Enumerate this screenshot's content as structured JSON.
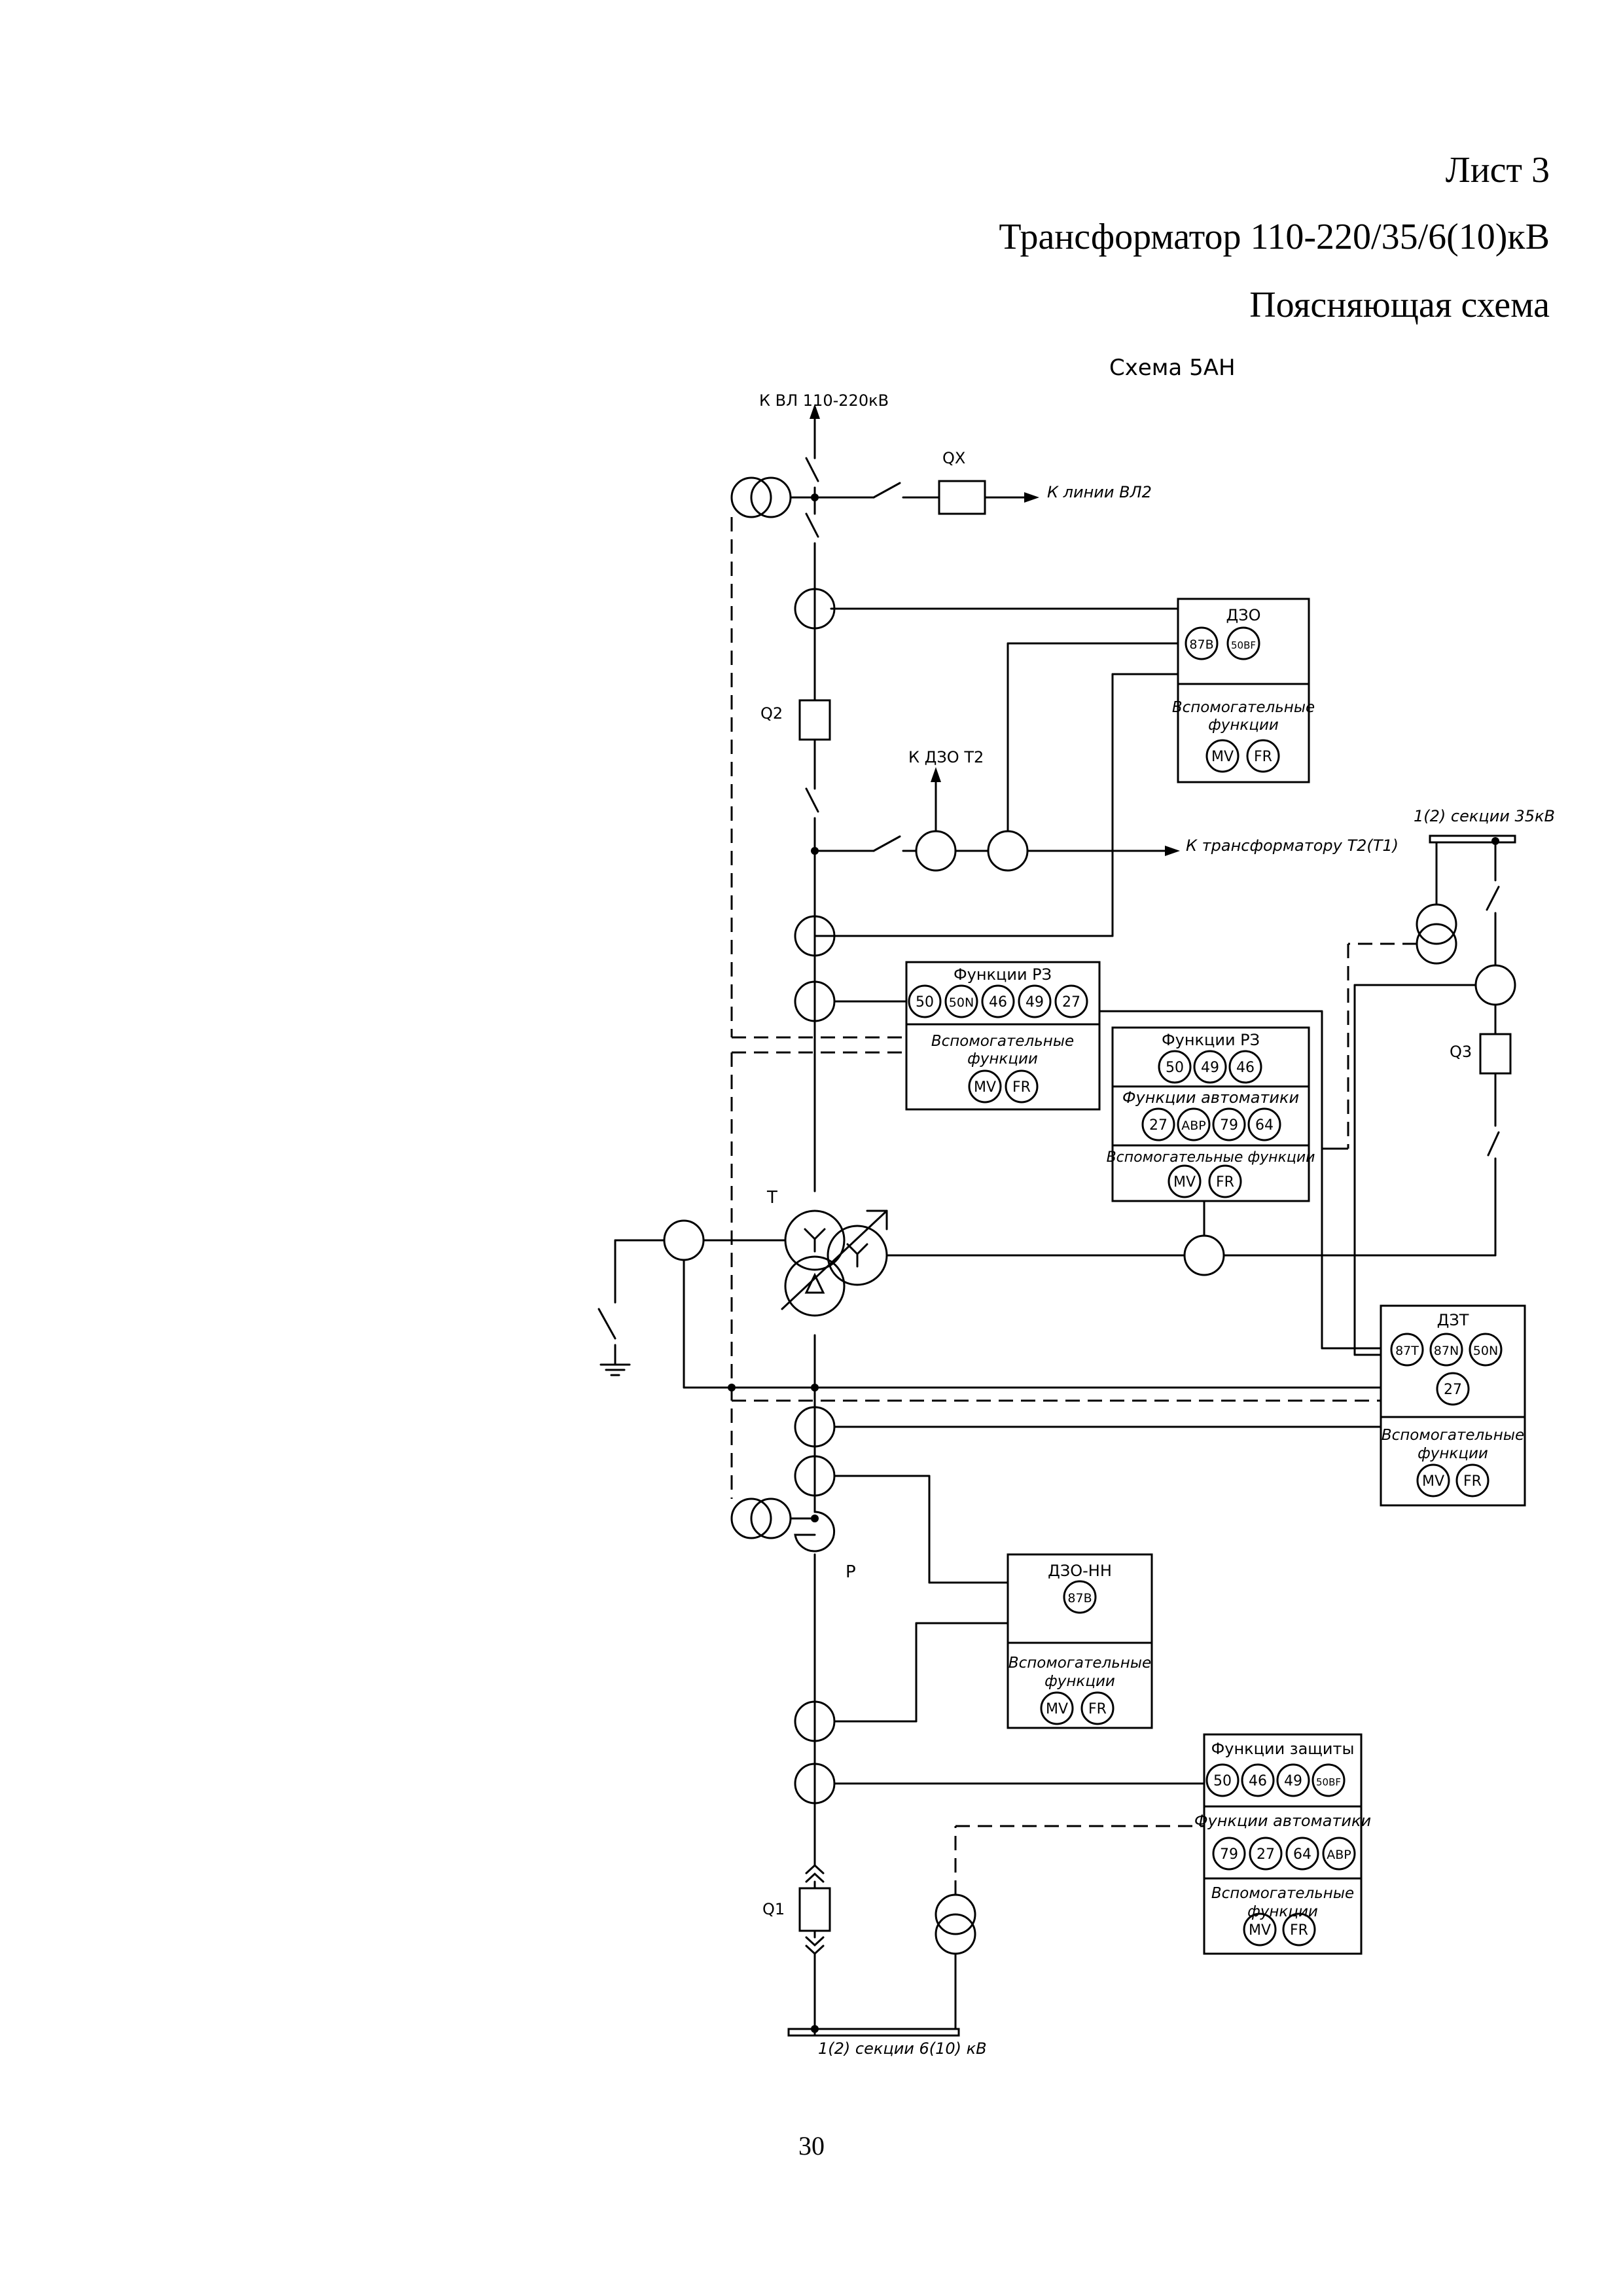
{
  "header": {
    "sheet": "Лист 3",
    "title": "Трансформатор 110-220/35/6(10)кВ",
    "subtitle": "Поясняющая схема"
  },
  "scheme_title": "Схема 5АН",
  "page_number": "30",
  "labels": {
    "line_in": "К ВЛ 110-220кВ",
    "qx": "QX",
    "line_vl2": "К линии ВЛ2",
    "q2": "Q2",
    "dzo_t2": "К ДЗО Т2",
    "to_transformer": "К трансформатору Т2(Т1)",
    "bus35": "1(2) секции 35кВ",
    "q3": "Q3",
    "t": "Т",
    "p": "Р",
    "q1": "Q1",
    "bus6": "1(2) секции 6(10) кВ"
  },
  "blocks": {
    "dzo": {
      "title": "ДЗО",
      "codes": [
        "87В",
        "50BF"
      ],
      "aux": [
        "Вспомогательные",
        "функции"
      ],
      "aux_codes": [
        "MV",
        "FR"
      ]
    },
    "rz_hv": {
      "title": "Функции РЗ",
      "codes": [
        "50",
        "50N",
        "46",
        "49",
        "27"
      ],
      "aux": [
        "Вспомогательные",
        "функции"
      ],
      "aux_codes": [
        "MV",
        "FR"
      ]
    },
    "rz_mv": {
      "title": "Функции РЗ",
      "codes": [
        "50",
        "49",
        "46"
      ],
      "auto_title": "Функции автоматики",
      "auto_codes": [
        "27",
        "АВР",
        "79",
        "64"
      ],
      "aux": "Вспомогательные функции",
      "aux_codes": [
        "MV",
        "FR"
      ]
    },
    "dzt": {
      "title": "ДЗТ",
      "codes": [
        "87T",
        "87N",
        "50N"
      ],
      "codes2": [
        "27"
      ],
      "aux": [
        "Вспомогательные",
        "функции"
      ],
      "aux_codes": [
        "MV",
        "FR"
      ]
    },
    "dzo_nn": {
      "title": "ДЗО-НН",
      "codes": [
        "87В"
      ],
      "aux": [
        "Вспомогательные",
        "функции"
      ],
      "aux_codes": [
        "MV",
        "FR"
      ]
    },
    "lv": {
      "title": "Функции защиты",
      "codes": [
        "50",
        "46",
        "49",
        "50BF"
      ],
      "auto_title": "Функции автоматики",
      "auto_codes": [
        "79",
        "27",
        "64",
        "АВР"
      ],
      "aux": [
        "Вспомогательные",
        "функции"
      ],
      "aux_codes": [
        "MV",
        "FR"
      ]
    }
  }
}
